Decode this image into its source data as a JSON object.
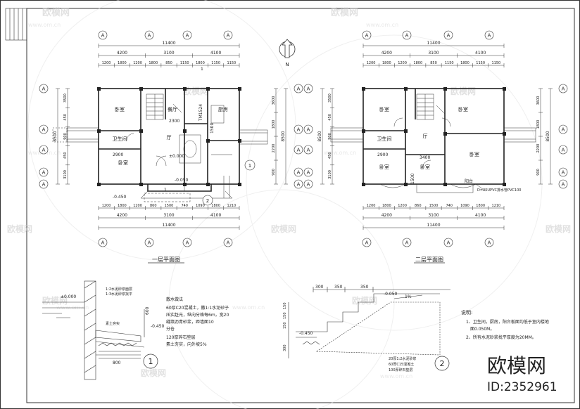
{
  "grid_tag": "A",
  "compass_label": "N",
  "plan1": {
    "title": "一层平面图",
    "top_total": "11400",
    "top_mid": [
      "4200",
      "3100",
      "4100"
    ],
    "top_fine": [
      "1200",
      "1800",
      "1200",
      "1800",
      "850",
      "1150",
      "1800",
      "1150",
      "1150"
    ],
    "bottom_fine": [
      "1200",
      "1800",
      "1200",
      "860",
      "1500",
      "740",
      "1090",
      "1800",
      "1210"
    ],
    "bottom_mid": [
      "4200",
      "3100",
      "4100"
    ],
    "bottom_total": "11400",
    "left_dims": [
      "3500",
      "450",
      "900",
      "450",
      "3100"
    ],
    "left_total": "8500",
    "right_dims": [
      "3600",
      "1800",
      "2200",
      "900"
    ],
    "right_total": "8500",
    "rooms": [
      "卧室",
      "餐厅",
      "厨房",
      "卫生间",
      "卧室",
      "厅"
    ],
    "labels": {
      "tm": "TM1524",
      "elev0": "±0.000",
      "elev1": "-0.450",
      "elev2": "-0.050",
      "w1": "2300",
      "w2": "2900",
      "w3": "1500",
      "w4": "3600",
      "w5": "1500",
      "stair_no": "1",
      "callout1": "1",
      "callout2": "2"
    }
  },
  "plan2": {
    "title": "二层平面图",
    "top_total": "11400",
    "top_mid": [
      "4200",
      "3100",
      "4100"
    ],
    "top_fine": [
      "1200",
      "1800",
      "1200",
      "1800",
      "850",
      "1150",
      "1800",
      "1150",
      "1150"
    ],
    "bottom_fine": [
      "1200",
      "1800",
      "1200",
      "860",
      "1500",
      "740",
      "1090",
      "1800",
      "1210"
    ],
    "bottom_mid": [
      "4200",
      "3100",
      "4100"
    ],
    "bottom_total": "11400",
    "left_dims": [
      "3500",
      "450",
      "900",
      "450",
      "3100"
    ],
    "left_total": "8500",
    "right_dims": [
      "3600",
      "1800",
      "2200",
      "900"
    ],
    "right_total": "8500",
    "rooms": [
      "卧室",
      "卧室",
      "卧室",
      "卫生间",
      "卧室",
      "卧室",
      "厅"
    ],
    "labels": {
      "w1": "2900",
      "w2": "3400",
      "w3": "1500",
      "drain": "D=25UPVC排水管PVC100",
      "balcony": "阳台"
    }
  },
  "detail1": {
    "layers": [
      "1:2水泥砂浆面层",
      "1:3水泥砂浆找平"
    ],
    "elev_top": "±0.000",
    "elev_low": "-0.450",
    "dim_h": "600",
    "dim_w": "800",
    "fill_note": "素土夯实",
    "note_title": "散水做法",
    "note_lines": [
      "60厚C20混凝土，撒1:1水泥砂子",
      "压实赶光，纵向分格每6m，宽20",
      "缝填沥青砂浆，距墙面10",
      "分仓",
      "120厚碎石垫层",
      "素土夯实，向外坡5%"
    ],
    "callout": "1"
  },
  "detail2": {
    "top_dims": [
      "300",
      "350",
      "350"
    ],
    "elev_top": "-0.050",
    "elev_low": "-0.450",
    "step_dims": [
      "150",
      "150",
      "150"
    ],
    "base_dim": "300",
    "layer_notes": [
      "20厚1:2水泥砂浆",
      "60厚C15混凝土",
      "100厚碎石垫层"
    ],
    "slope": "1%",
    "callout": "2"
  },
  "notes": {
    "title": "说明:",
    "lines": [
      "1、卫生间，厨房，阳台板面均低于室内楼地",
      "面0.050M。",
      "2、所有水泥砂浆找平厚度为20MM。"
    ]
  },
  "watermarks": {
    "brand": "欧模网",
    "site": "www.om.cn",
    "id_label": "ID:2352961"
  }
}
